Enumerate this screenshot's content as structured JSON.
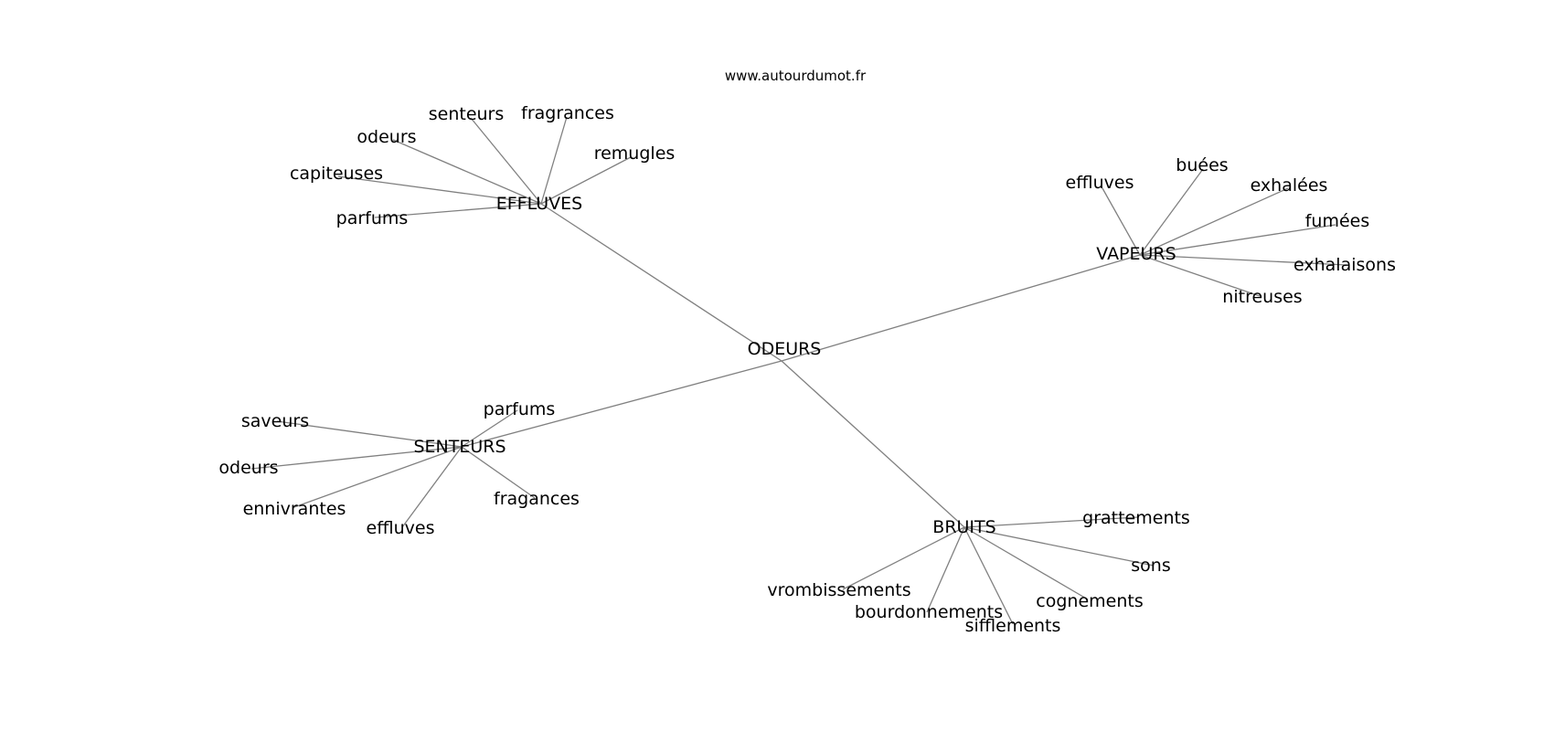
{
  "source_text": "www.autourdumot.fr",
  "colors": {
    "edge": "#808080",
    "text": "#000000",
    "background": "#ffffff"
  },
  "graph": {
    "nodes": [
      {
        "id": "odeurs_center",
        "label": "ODEURS"
      },
      {
        "id": "effluves_hub",
        "label": "EFFLUVES"
      },
      {
        "id": "vapeurs_hub",
        "label": "VAPEURS"
      },
      {
        "id": "senteurs_hub",
        "label": "SENTEURS"
      },
      {
        "id": "bruits_hub",
        "label": "BRUITS"
      },
      {
        "id": "e_senteurs",
        "label": "senteurs"
      },
      {
        "id": "e_fragrances",
        "label": "fragrances"
      },
      {
        "id": "e_odeurs",
        "label": "odeurs"
      },
      {
        "id": "e_remugles",
        "label": "remugles"
      },
      {
        "id": "e_capiteuses",
        "label": "capiteuses"
      },
      {
        "id": "e_parfums",
        "label": "parfums"
      },
      {
        "id": "v_effluves",
        "label": "effluves"
      },
      {
        "id": "v_buees",
        "label": "buées"
      },
      {
        "id": "v_exhalees",
        "label": "exhalées"
      },
      {
        "id": "v_fumees",
        "label": "fumées"
      },
      {
        "id": "v_exhalaisons",
        "label": "exhalaisons"
      },
      {
        "id": "v_nitreuses",
        "label": "nitreuses"
      },
      {
        "id": "s_parfums",
        "label": "parfums"
      },
      {
        "id": "s_saveurs",
        "label": "saveurs"
      },
      {
        "id": "s_odeurs",
        "label": "odeurs"
      },
      {
        "id": "s_ennivrantes",
        "label": "ennivrantes"
      },
      {
        "id": "s_effluves",
        "label": "effluves"
      },
      {
        "id": "s_fragances",
        "label": "fragances"
      },
      {
        "id": "b_grattements",
        "label": "grattements"
      },
      {
        "id": "b_sons",
        "label": "sons"
      },
      {
        "id": "b_vrombissements",
        "label": "vrombissements"
      },
      {
        "id": "b_cognements",
        "label": "cognements"
      },
      {
        "id": "b_bourdonnements",
        "label": "bourdonnements"
      },
      {
        "id": "b_sifflements",
        "label": "sifflements"
      }
    ],
    "edges": [
      [
        "odeurs_center",
        "effluves_hub"
      ],
      [
        "odeurs_center",
        "vapeurs_hub"
      ],
      [
        "odeurs_center",
        "senteurs_hub"
      ],
      [
        "odeurs_center",
        "bruits_hub"
      ],
      [
        "effluves_hub",
        "e_senteurs"
      ],
      [
        "effluves_hub",
        "e_fragrances"
      ],
      [
        "effluves_hub",
        "e_odeurs"
      ],
      [
        "effluves_hub",
        "e_remugles"
      ],
      [
        "effluves_hub",
        "e_capiteuses"
      ],
      [
        "effluves_hub",
        "e_parfums"
      ],
      [
        "vapeurs_hub",
        "v_effluves"
      ],
      [
        "vapeurs_hub",
        "v_buees"
      ],
      [
        "vapeurs_hub",
        "v_exhalees"
      ],
      [
        "vapeurs_hub",
        "v_fumees"
      ],
      [
        "vapeurs_hub",
        "v_exhalaisons"
      ],
      [
        "vapeurs_hub",
        "v_nitreuses"
      ],
      [
        "senteurs_hub",
        "s_parfums"
      ],
      [
        "senteurs_hub",
        "s_saveurs"
      ],
      [
        "senteurs_hub",
        "s_odeurs"
      ],
      [
        "senteurs_hub",
        "s_ennivrantes"
      ],
      [
        "senteurs_hub",
        "s_effluves"
      ],
      [
        "senteurs_hub",
        "s_fragances"
      ],
      [
        "bruits_hub",
        "b_grattements"
      ],
      [
        "bruits_hub",
        "b_sons"
      ],
      [
        "bruits_hub",
        "b_vrombissements"
      ],
      [
        "bruits_hub",
        "b_cognements"
      ],
      [
        "bruits_hub",
        "b_bourdonnements"
      ],
      [
        "bruits_hub",
        "b_sifflements"
      ]
    ]
  }
}
